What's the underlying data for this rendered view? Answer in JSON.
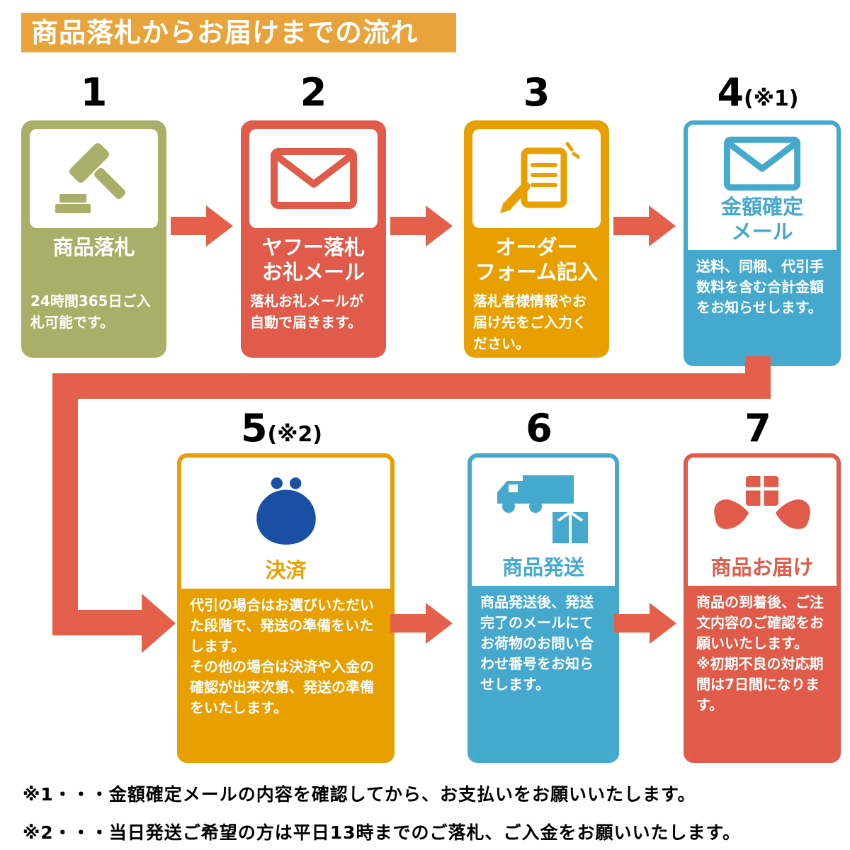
{
  "page": {
    "title": "商品落札からお届けまでの流れ"
  },
  "colors": {
    "header_bg": "#E8A33A",
    "step1_olive": "#A9AF68",
    "step2_red": "#E05B49",
    "step3_orange": "#E89F00",
    "step4_blue": "#45A8CD",
    "purse_navy": "#1950A5",
    "arrow_red": "#E4604A",
    "text_black": "#000000",
    "white": "#FFFFFF"
  },
  "steps": [
    {
      "number": "1",
      "number_suffix": "",
      "title": "商品落札",
      "body": "24時間365日ご入札可能です。",
      "icon": "gavel-icon"
    },
    {
      "number": "2",
      "number_suffix": "",
      "title": "ヤフー落札\nお礼メール",
      "body": "落札お礼メールが自動で届きます。",
      "icon": "mail-icon"
    },
    {
      "number": "3",
      "number_suffix": "",
      "title": "オーダー\nフォーム記入",
      "body": "落札者様情報やお届け先をご入力ください。",
      "icon": "order-form-icon"
    },
    {
      "number": "4",
      "number_suffix": "(※1)",
      "title": "金額確定\nメール",
      "body": "送料、同梱、代引手数料を含む合計金額をお知らせします。",
      "icon": "mail-icon"
    },
    {
      "number": "5",
      "number_suffix": "(※2)",
      "title": "決済",
      "body": "代引の場合はお選びいただいた段階で、発送の準備をいたします。\nその他の場合は決済や入金の確認が出来次第、発送の準備をいたします。",
      "icon": "coin-purse-icon"
    },
    {
      "number": "6",
      "number_suffix": "",
      "title": "商品発送",
      "body": "商品発送後、発送完了のメールにてお荷物のお問い合わせ番号をお知らせします。",
      "icon": "truck-box-icon"
    },
    {
      "number": "7",
      "number_suffix": "",
      "title": "商品お届け",
      "body": "商品の到着後、ご注文内容のご確認をお願いいたします。\n※初期不良の対応期間は7日間になります。",
      "icon": "hands-package-icon"
    }
  ],
  "notes": [
    "※1・・・金額確定メールの内容を確認してから、お支払いをお願いいたします。",
    "※2・・・当日発送ご希望の方は平日13時までのご落札、ご入金をお願いいたします。"
  ]
}
